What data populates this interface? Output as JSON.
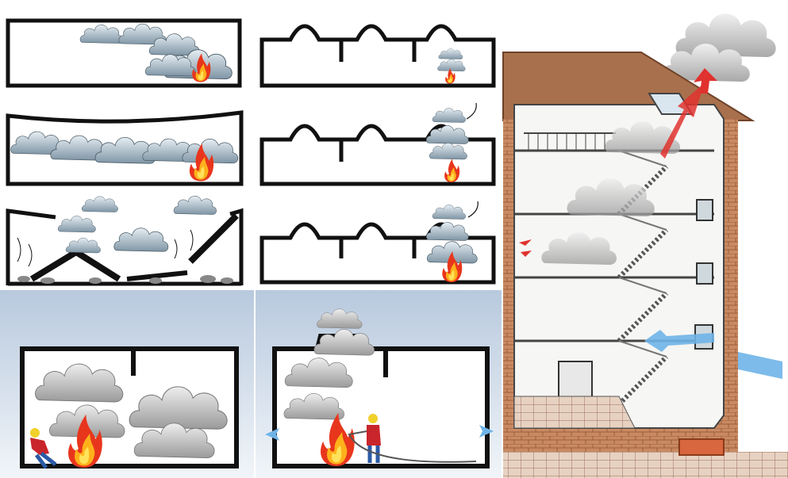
{
  "image": {
    "kind": "illustration",
    "text_labels": []
  },
  "palette": {
    "wall": "#111111",
    "smoke_light": "#dfe8ee",
    "smoke_dark": "#8fa3b1",
    "fire_outer": "#e8471c",
    "fire_inner": "#ffc21a",
    "panel_sky_top": "#b9cbe0",
    "panel_sky_bottom": "#eef3f8",
    "brick": "#c47a52",
    "roof": "#a8704c",
    "air_flow": "#6fb4e8",
    "hot_gas": "#e0322e",
    "firefighter_suit": "#c9262c",
    "firefighter_helmet": "#f2d02c"
  },
  "panels": [
    {
      "id": "p1",
      "icon": "room-smoke-layer-icon"
    },
    {
      "id": "p2",
      "icon": "room-flashover-ceiling-icon"
    },
    {
      "id": "p3",
      "icon": "room-collapse-icon"
    },
    {
      "id": "p4",
      "icon": "vented-room-small-fire-icon"
    },
    {
      "id": "p5",
      "icon": "vented-room-growing-fire-icon"
    },
    {
      "id": "p6",
      "icon": "vented-room-full-fire-icon"
    },
    {
      "id": "p7",
      "icon": "firefighter-unvented-room-icon"
    },
    {
      "id": "p8",
      "icon": "firefighter-vented-room-icon"
    },
    {
      "id": "p9",
      "icon": "building-stairwell-smoke-icon"
    }
  ]
}
